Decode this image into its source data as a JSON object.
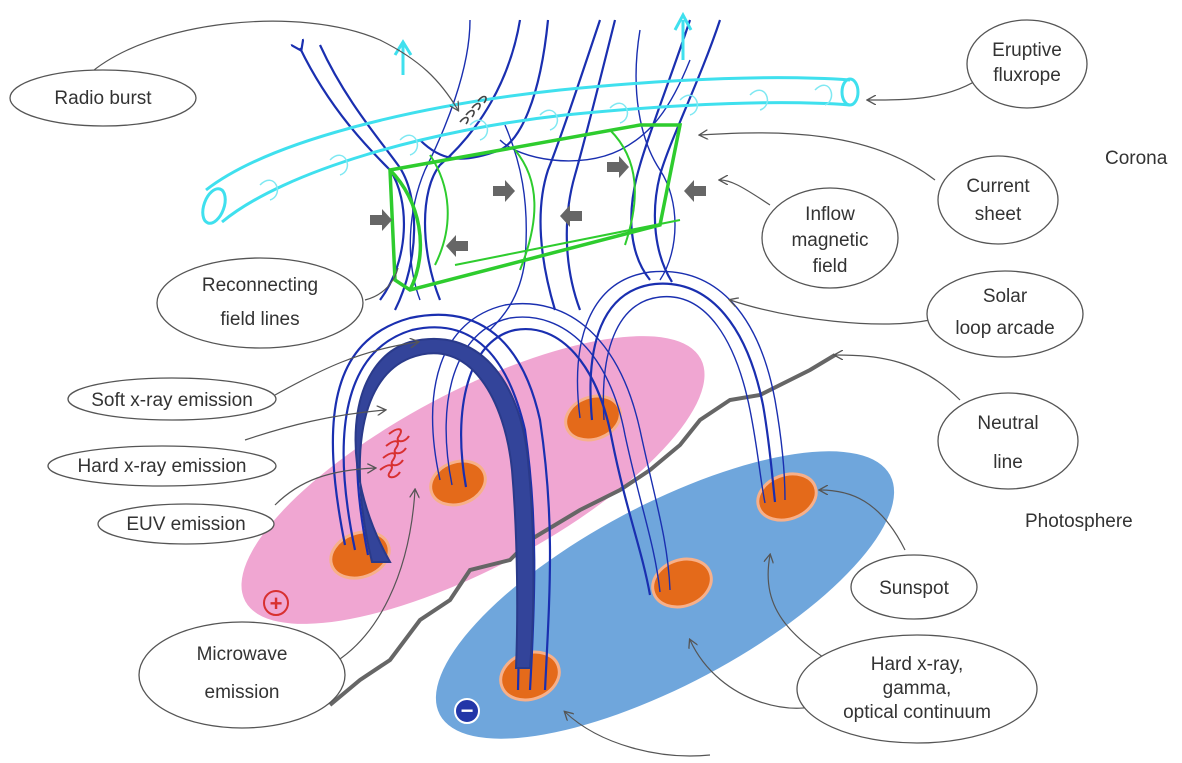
{
  "diagram": {
    "regions": {
      "corona": "Corona",
      "photosphere": "Photosphere"
    },
    "labels": {
      "radio_burst": "Radio burst",
      "eruptive_fluxrope": [
        "Eruptive",
        "fluxrope"
      ],
      "current_sheet": [
        "Current",
        "sheet"
      ],
      "inflow_field": [
        "Inflow",
        "magnetic",
        "field"
      ],
      "reconnecting": [
        "Reconnecting",
        "field lines"
      ],
      "solar_loop": [
        "Solar",
        "loop arcade"
      ],
      "soft_xray": "Soft x-ray emission",
      "hard_xray": "Hard x-ray emission",
      "euv": "EUV emission",
      "neutral_line": [
        "Neutral",
        "line"
      ],
      "sunspot": "Sunspot",
      "microwave": [
        "Microwave",
        "emission"
      ],
      "footpoint_emission": [
        "Hard x-ray,",
        "gamma,",
        "optical continuum"
      ]
    },
    "polarity": {
      "positive": "+",
      "negative": "−"
    },
    "colors": {
      "field_lines": "#1a2fb0",
      "current_sheet": "#2ecc2e",
      "fluxrope": "#3fe0ee",
      "positive_region": "#f0a6d2",
      "negative_region": "#6fa6dc",
      "sunspot": "#e46a1a",
      "hot_loop": "#33449a"
    }
  }
}
